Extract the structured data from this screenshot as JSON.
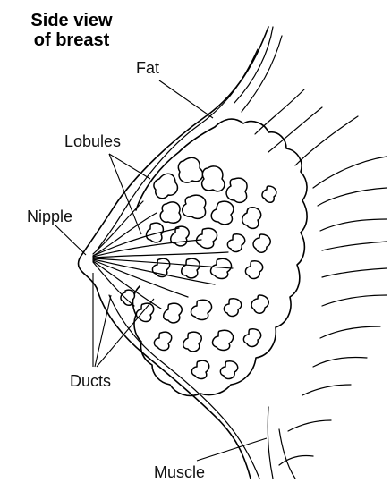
{
  "diagram": {
    "title_line1": "Side view",
    "title_line2": "of breast",
    "labels": {
      "fat": "Fat",
      "lobules": "Lobules",
      "nipple": "Nipple",
      "ducts": "Ducts",
      "muscle": "Muscle"
    }
  }
}
